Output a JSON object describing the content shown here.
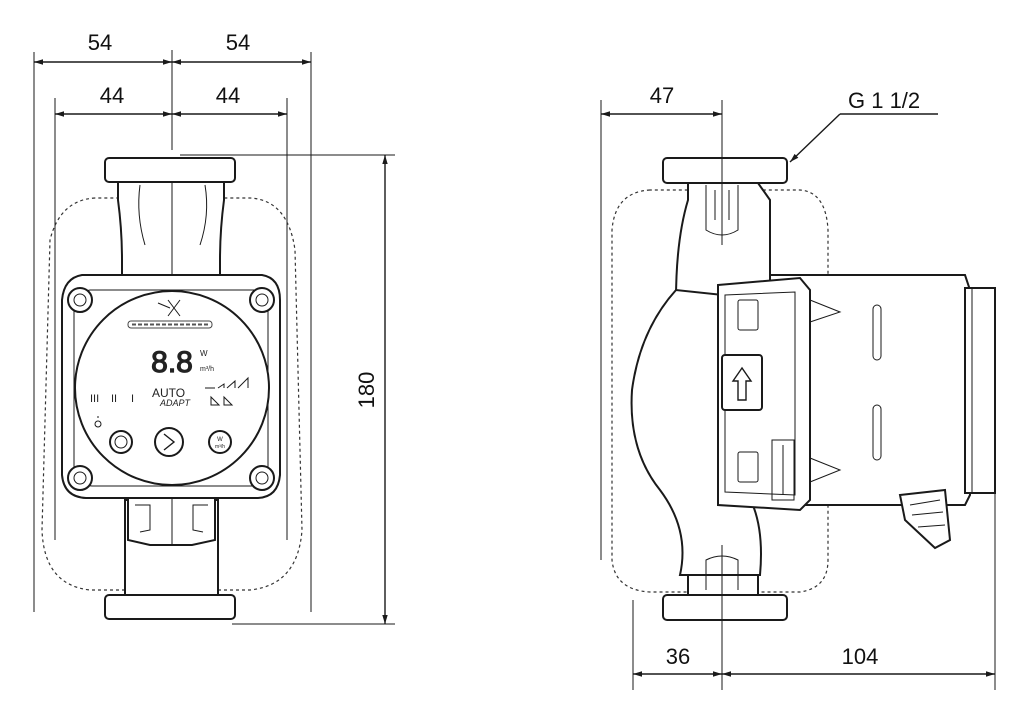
{
  "front_view": {
    "width_left_outer": "54",
    "width_right_outer": "54",
    "width_left_inner": "44",
    "width_right_inner": "44",
    "height": "180",
    "display": {
      "digits": "8.8",
      "unit_w": "W",
      "unit_flow": "m³/h",
      "mode_bars": [
        "III",
        "II",
        "I"
      ],
      "auto_line1": "AUTO",
      "auto_line2": "ADAPT"
    }
  },
  "side_view": {
    "thread": "G 1 1/2",
    "offset_top": "47",
    "offset_bottom": "36",
    "length": "104"
  }
}
